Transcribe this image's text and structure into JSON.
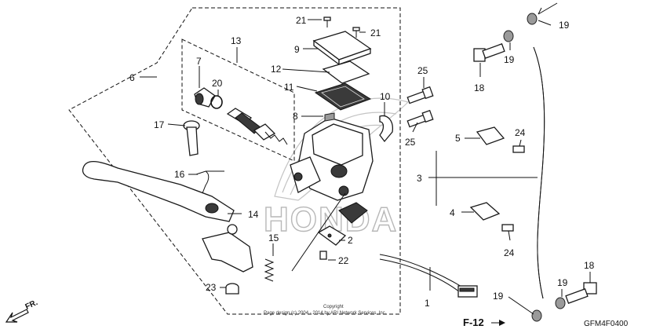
{
  "callouts": {
    "c1": "1",
    "c2": "2",
    "c3": "3",
    "c4": "4",
    "c5": "5",
    "c6": "6",
    "c7": "7",
    "c8": "8",
    "c9": "9",
    "c10": "10",
    "c11": "11",
    "c12": "12",
    "c13": "13",
    "c14": "14",
    "c15": "15",
    "c16": "16",
    "c17": "17",
    "c18a": "18",
    "c18b": "18",
    "c19a": "19",
    "c19b": "19",
    "c19c": "19",
    "c19d": "19",
    "c20": "20",
    "c21a": "21",
    "c21b": "21",
    "c22": "22",
    "c23": "23",
    "c24a": "24",
    "c24b": "24",
    "c25a": "25",
    "c25b": "25"
  },
  "labels": {
    "section_ref": "F-12",
    "diagram_code": "GFM4F0400",
    "direction": "FR.",
    "watermark_text": "HONDA",
    "copyright_line1": "Copyright",
    "copyright_line2": "Page design (c) 2004 - 2014 by ARI Network Services, Inc."
  }
}
